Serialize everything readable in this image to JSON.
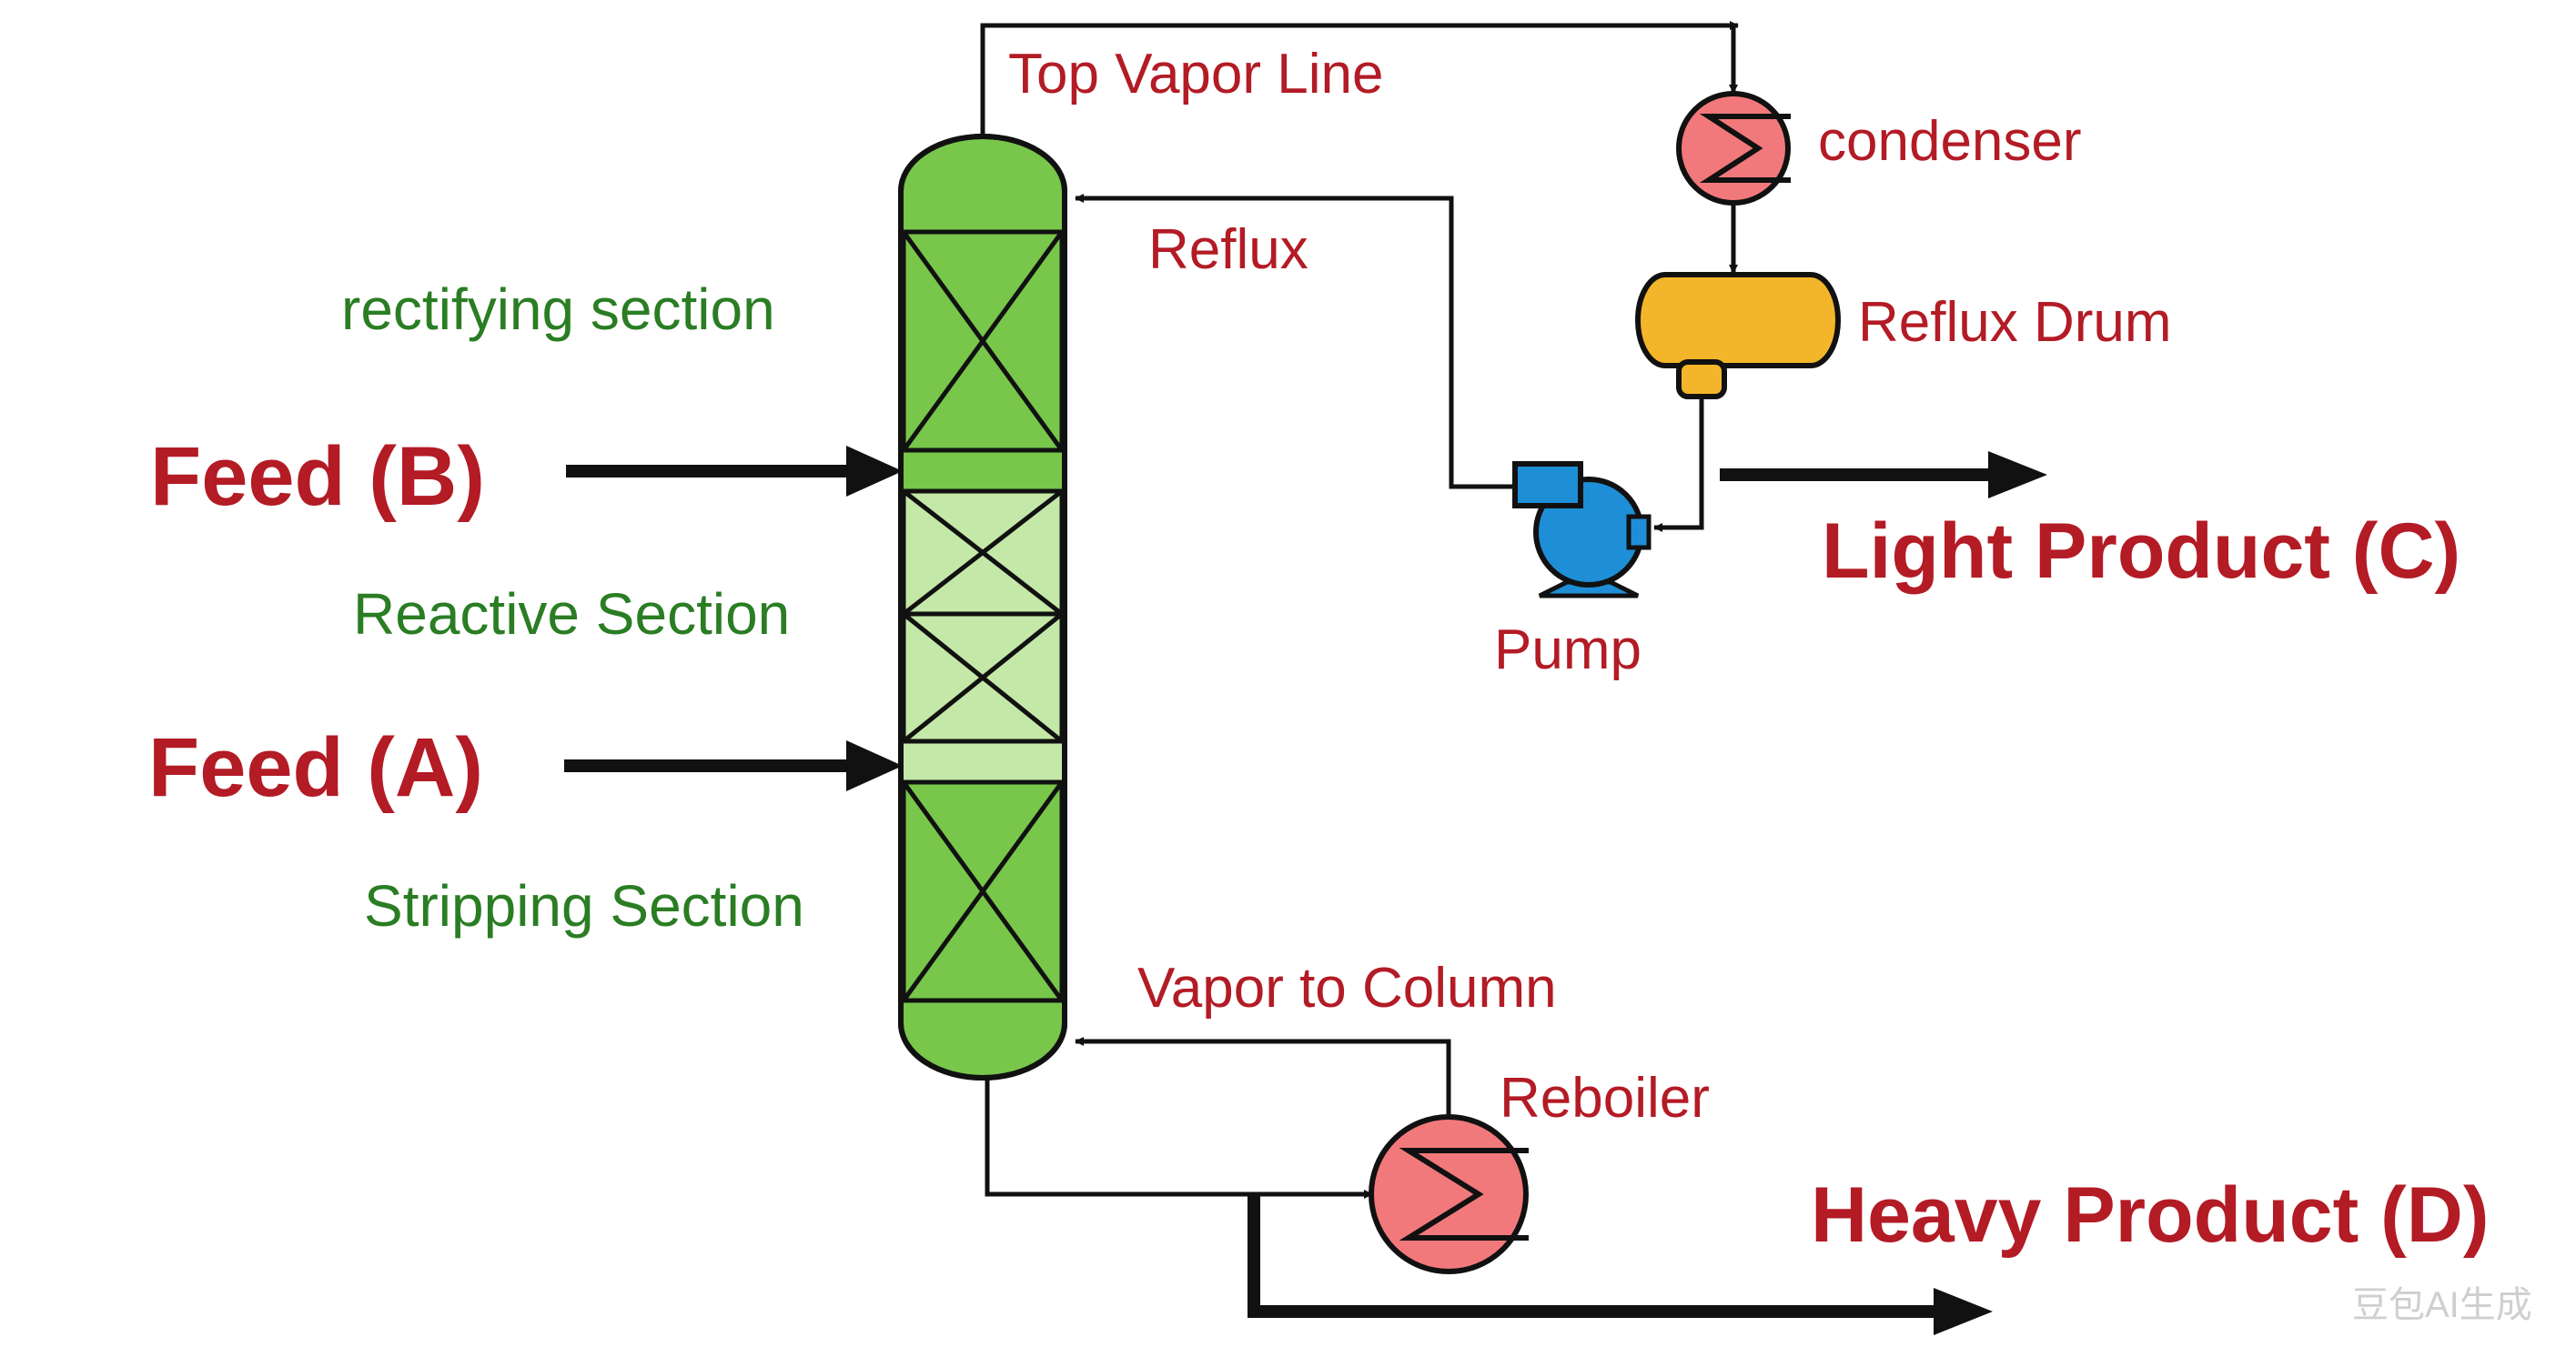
{
  "labels": {
    "top_vapor_line": "Top Vapor Line",
    "condenser": "condenser",
    "reflux": "Reflux",
    "reflux_drum": "Reflux Drum",
    "rectifying_section": "rectifying section",
    "feed_b": "Feed (B)",
    "reactive_section": "Reactive Section",
    "feed_a": "Feed (A)",
    "stripping_section": "Stripping Section",
    "pump": "Pump",
    "light_product": "Light Product (C)",
    "vapor_to_column": "Vapor to Column",
    "reboiler": "Reboiler",
    "heavy_product": "Heavy Product (D)",
    "watermark": "豆包AI生成"
  },
  "colors": {
    "column_green": "#78c64a",
    "reactive_green": "#c4e8a8",
    "exchanger_red": "#f2797b",
    "drum_yellow": "#f3b62a",
    "pump_blue": "#1e8fd6",
    "text_red": "#b31b25",
    "text_green": "#2a7d23"
  },
  "icons": {
    "condenser": "heat-exchanger-icon",
    "reboiler": "heat-exchanger-icon",
    "pump": "centrifugal-pump-icon",
    "reflux_drum": "horizontal-drum-icon"
  }
}
